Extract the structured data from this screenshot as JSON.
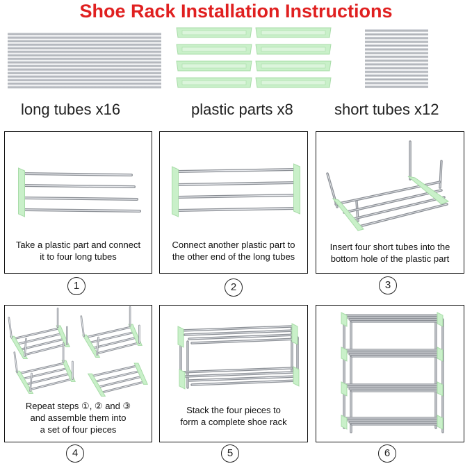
{
  "title": "Shoe Rack Installation Instructions",
  "parts": [
    {
      "label": "long tubes x16"
    },
    {
      "label": "plastic parts x8"
    },
    {
      "label": "short tubes x12"
    }
  ],
  "steps": [
    {
      "number": "1",
      "caption": [
        "Take a plastic part and connect",
        "it to four long tubes"
      ]
    },
    {
      "number": "2",
      "caption": [
        "Connect another plastic part to",
        "the other end of the long tubes"
      ]
    },
    {
      "number": "3",
      "caption": [
        "Insert four short tubes into the",
        "bottom hole of the plastic part"
      ]
    },
    {
      "number": "4",
      "caption": [
        "Repeat steps ①, ② and ③",
        "and assemble them into",
        "a set of four pieces"
      ]
    },
    {
      "number": "5",
      "caption": [
        "Stack the four pieces to",
        "form a complete shoe rack"
      ]
    },
    {
      "number": "6",
      "caption": []
    }
  ],
  "colors": {
    "title": "#e02020",
    "plastic": "#c9f0c9",
    "plastic_edge": "#a8dca8",
    "tube": "#b8bcc2",
    "tube_dark": "#8c9096"
  }
}
